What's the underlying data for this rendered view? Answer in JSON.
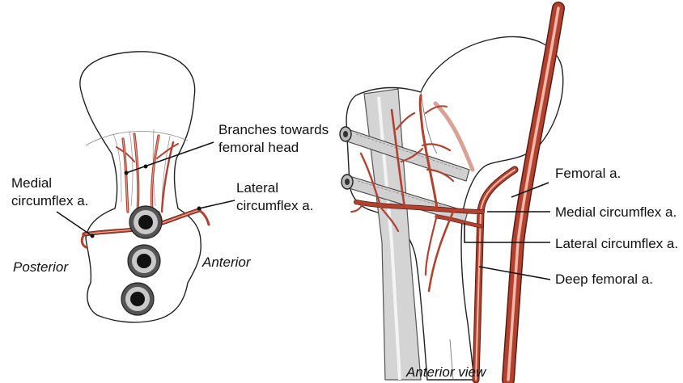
{
  "colors": {
    "artery": "#b2412f",
    "artery_highlight": "#f2b9a8",
    "artery_edge": "#5a1c12",
    "nail": "#c9c9c9",
    "outline": "#222222"
  },
  "left_view": {
    "labels": {
      "branches_line1": "Branches towards",
      "branches_line2": "femoral head",
      "medial_line1": "Medial",
      "medial_line2": "circumflex a.",
      "lateral_line1": "Lateral",
      "lateral_line2": "circumflex a.",
      "posterior": "Posterior",
      "anterior": "Anterior"
    }
  },
  "right_view": {
    "labels": {
      "femoral": "Femoral a.",
      "medial_circumflex": "Medial circumflex a.",
      "lateral_circumflex": "Lateral circumflex a.",
      "deep_femoral": "Deep femoral a."
    },
    "caption": "Anterior view"
  }
}
